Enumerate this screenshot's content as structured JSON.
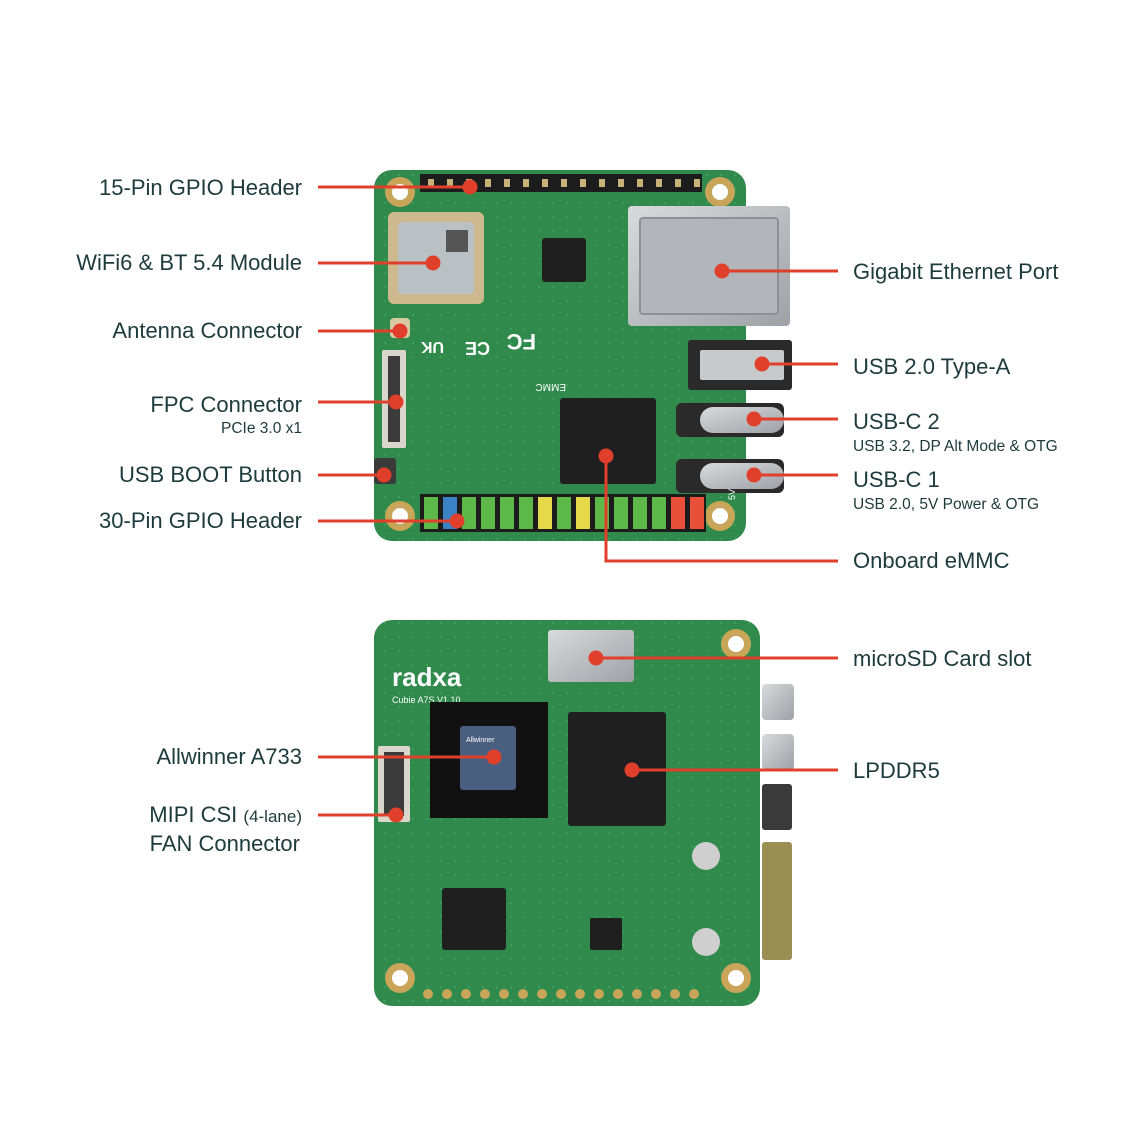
{
  "colors": {
    "pcb": "#2f8a4c",
    "pcb_dark": "#24693a",
    "callout": "#e0402b",
    "text": "#1d3a3c",
    "metal": "#b9bcbf",
    "chip": "#1f1f1f"
  },
  "top_board": {
    "left": [
      {
        "label": "15-Pin GPIO Header"
      },
      {
        "label": "WiFi6 & BT 5.4 Module"
      },
      {
        "label": "Antenna Connector"
      },
      {
        "label": "FPC Connector",
        "sub": "PCIe 3.0 x1"
      },
      {
        "label": "USB BOOT Button"
      },
      {
        "label": "30-Pin GPIO Header"
      }
    ],
    "right": [
      {
        "label": "Gigabit Ethernet Port"
      },
      {
        "label": "USB 2.0 Type-A"
      },
      {
        "label": "USB-C 2",
        "sub": "USB 3.2, DP Alt Mode & OTG"
      },
      {
        "label": "USB-C 1",
        "sub": "USB 2.0, 5V Power & OTG"
      },
      {
        "label": "Onboard eMMC"
      }
    ]
  },
  "bottom_board": {
    "left": [
      {
        "label": "Allwinner A733"
      },
      {
        "label": "MIPI CSI",
        "label_extra": "(4-lane)"
      },
      {
        "label": "FAN Connector"
      }
    ],
    "right": [
      {
        "label": "microSD Card slot"
      },
      {
        "label": "LPDDR5"
      }
    ]
  },
  "silkscreen": {
    "brand": "radxa",
    "model": "Cubie A7S V1.10",
    "emmc": "EMMC",
    "soc_brand": "Allwinner",
    "fcc": "FC",
    "ce": "CE",
    "ukca": "UK",
    "fiveV": "5V"
  }
}
